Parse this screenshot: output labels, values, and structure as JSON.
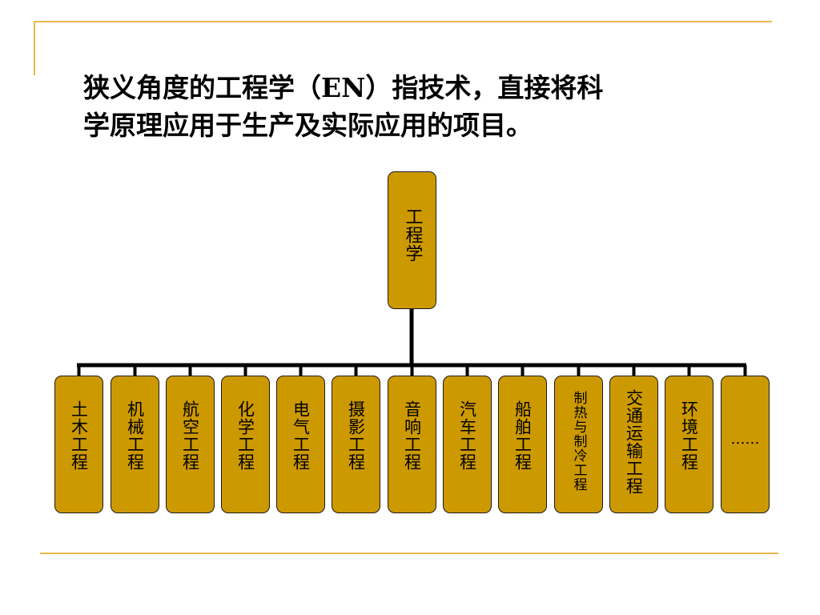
{
  "slide": {
    "title_lines": [
      "狭义角度的工程学（EN）指技术，直接将科",
      "学原理应用于生产及实际应用的项目。"
    ]
  },
  "diagram": {
    "root": {
      "label": "工程学"
    },
    "children": [
      {
        "label": "土木工程"
      },
      {
        "label": "机械工程"
      },
      {
        "label": "航空工程"
      },
      {
        "label": "化学工程"
      },
      {
        "label": "电气工程"
      },
      {
        "label": "摄影工程"
      },
      {
        "label": "音响工程"
      },
      {
        "label": "汽车工程"
      },
      {
        "label": "船舶工程"
      },
      {
        "label": "制热与制冷工程"
      },
      {
        "label": "交通运输工程"
      },
      {
        "label": "环境工程"
      },
      {
        "label": "……"
      }
    ]
  },
  "colors": {
    "box_fill": "#CC9900",
    "rule": "#E8B84A",
    "connector": "#000000"
  }
}
